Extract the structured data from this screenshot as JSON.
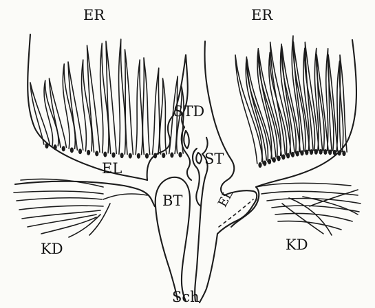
{
  "labels": {
    "er_left": "ER",
    "er_right": "ER",
    "std": "STD",
    "st": "ST",
    "el_left": "EL",
    "el_right": "EL",
    "bt": "BT",
    "kd_left": "KD",
    "kd_right": "KD",
    "sch": "Sch"
  },
  "colors": {
    "ink": "#1c1c1c",
    "paper": "#fbfbf8"
  }
}
